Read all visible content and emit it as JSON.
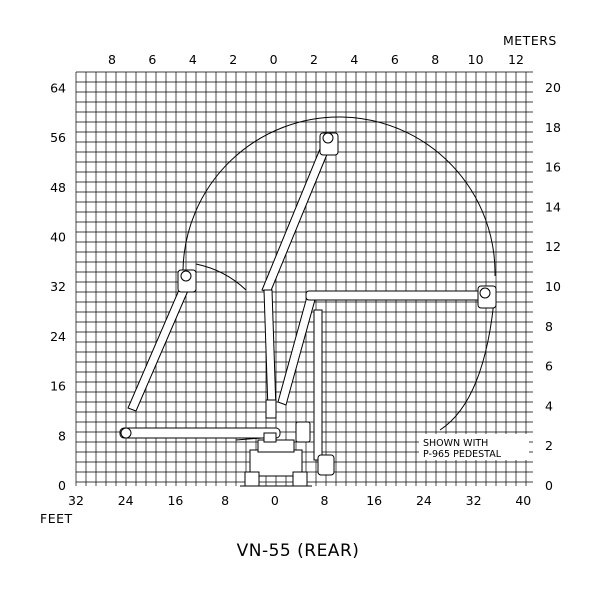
{
  "diagram": {
    "units_top": "METERS",
    "units_bottom": "FEET",
    "title": "VN-55 (REAR)",
    "note_lines": [
      "SHOWN WITH",
      "P-965 PEDESTAL"
    ],
    "feet_left_ticks": [
      "0",
      "8",
      "16",
      "24",
      "32",
      "40",
      "48",
      "56",
      "64"
    ],
    "meters_right_ticks": [
      "0",
      "2",
      "4",
      "6",
      "8",
      "10",
      "12",
      "14",
      "16",
      "18",
      "20"
    ],
    "feet_bottom_ticks": [
      "32",
      "24",
      "16",
      "8",
      "0",
      "8",
      "16",
      "24",
      "32",
      "40"
    ],
    "meters_top_ticks": [
      "8",
      "6",
      "4",
      "2",
      "0",
      "2",
      "4",
      "6",
      "8",
      "10",
      "12"
    ]
  }
}
